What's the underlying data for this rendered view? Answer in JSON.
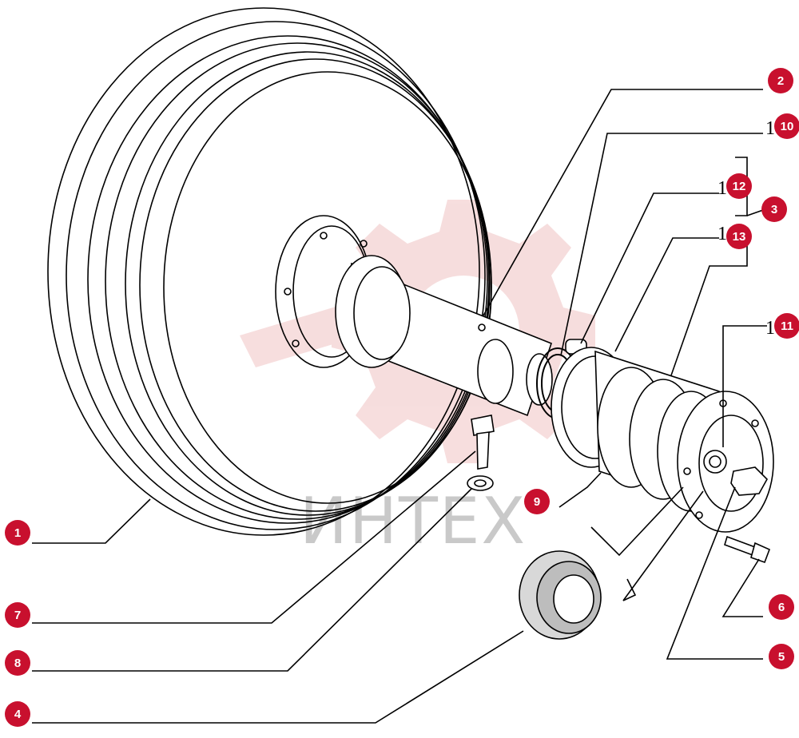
{
  "watermark": {
    "text": "ИНТЕХ",
    "color": "#e8a0a0"
  },
  "callouts": [
    {
      "id": "1",
      "label": "1"
    },
    {
      "id": "2",
      "label": "2"
    },
    {
      "id": "3",
      "label": "3"
    },
    {
      "id": "4",
      "label": "4"
    },
    {
      "id": "5",
      "label": "5"
    },
    {
      "id": "6",
      "label": "6"
    },
    {
      "id": "7",
      "label": "7"
    },
    {
      "id": "8",
      "label": "8"
    },
    {
      "id": "9",
      "label": "9"
    },
    {
      "id": "10",
      "label": "10"
    },
    {
      "id": "11",
      "label": "11"
    },
    {
      "id": "12",
      "label": "12"
    },
    {
      "id": "13",
      "label": "13"
    }
  ],
  "colors": {
    "callout_fill": "#c8102e",
    "line": "#000000"
  }
}
